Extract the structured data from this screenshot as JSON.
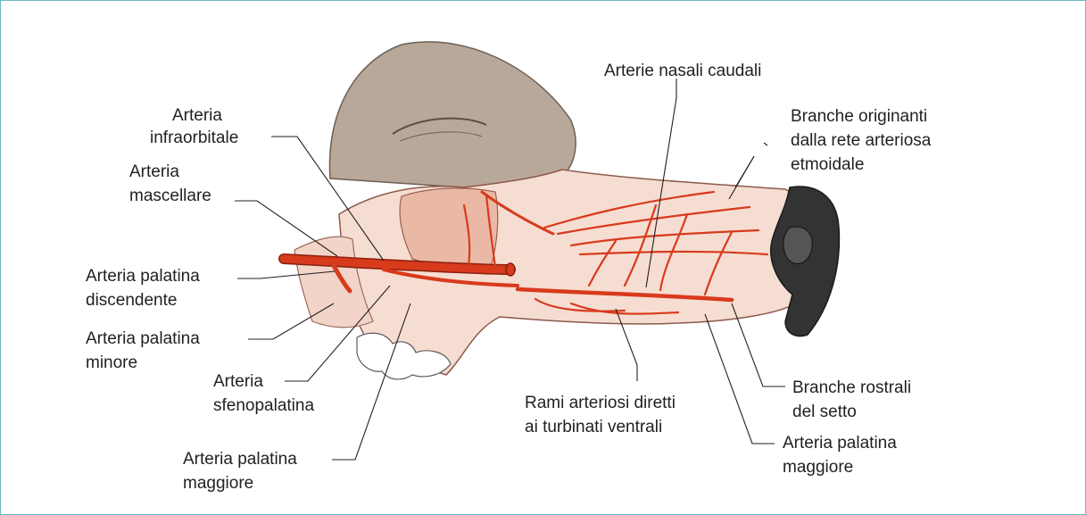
{
  "figure": {
    "colors": {
      "frame": "#6fb7c4",
      "artery": "#d83a1c",
      "artery_outline": "#8a1f0e",
      "tissue": "#f6ddd2",
      "tissue_dark": "#eab9a6",
      "skin": "#b8a89a",
      "nose": "#333333",
      "text": "#231f20"
    },
    "labels": {
      "infraorbitale": [
        "Arteria",
        "infraorbitale"
      ],
      "mascellare": [
        "Arteria",
        "mascellare"
      ],
      "palatina_discendente": [
        "Arteria palatina",
        "discendente"
      ],
      "palatina_minore": [
        "Arteria palatina",
        "minore"
      ],
      "sfenopalatina": [
        "Arteria",
        "sfenopalatina"
      ],
      "palatina_maggiore_left": [
        "Arteria palatina",
        "maggiore"
      ],
      "nasali_caudali": [
        "Arterie nasali caudali"
      ],
      "branche_etmoidale": [
        "Branche originanti",
        "dalla rete arteriosa",
        "etmoidale"
      ],
      "rami_turbinati": [
        "Rami arteriosi diretti",
        "ai turbinati ventrali"
      ],
      "branche_rostrali": [
        "Branche rostrali",
        "del setto"
      ],
      "palatina_maggiore_right": [
        "Arteria palatina",
        "maggiore"
      ]
    }
  }
}
